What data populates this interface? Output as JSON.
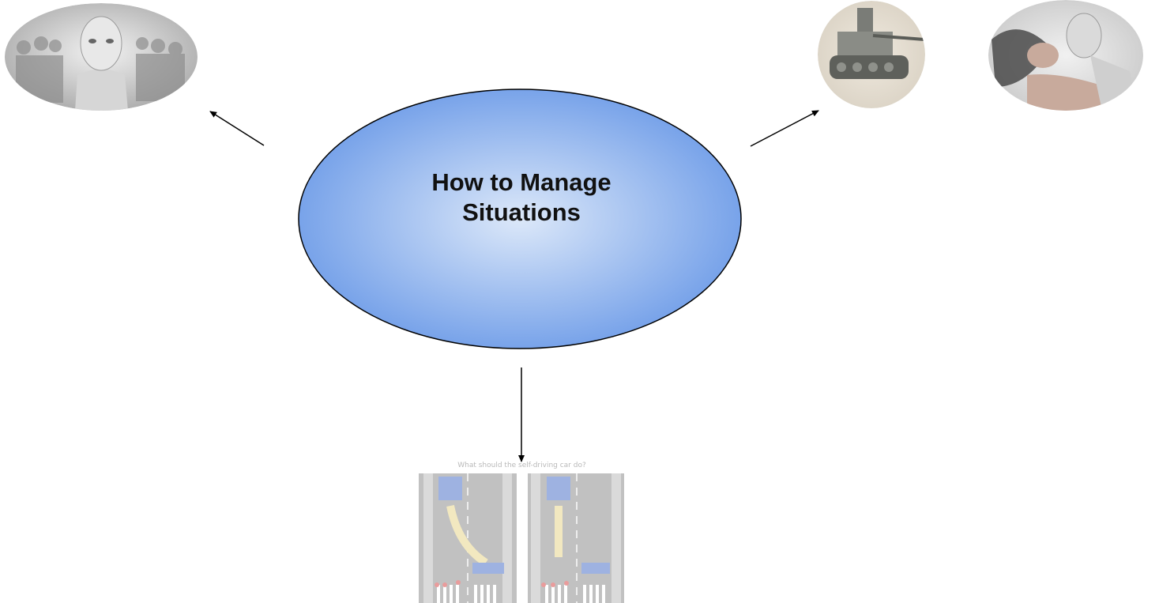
{
  "center_node": {
    "title_line1": "How to Manage",
    "title_line2": "Situations",
    "gradient_center": "#dce8f9",
    "gradient_edge": "#6e9ce8"
  },
  "images": {
    "top_left": {
      "icon": "humanoid-robot-army-image"
    },
    "top_right_1": {
      "icon": "military-robot-tank-image"
    },
    "top_right_2": {
      "icon": "robot-woman-embrace-image"
    },
    "bottom": {
      "icon": "self-driving-car-dilemma-image",
      "caption": "What should the self-driving car do?"
    }
  }
}
